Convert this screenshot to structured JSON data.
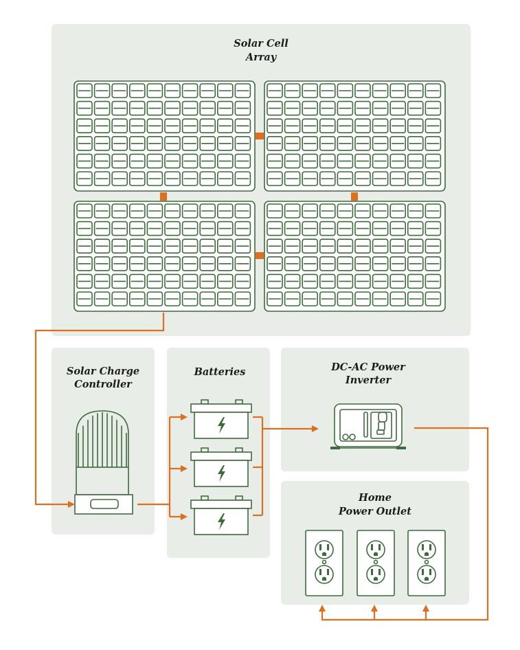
{
  "diagram": {
    "solar_array": {
      "title_line1": "Solar Cell",
      "title_line2": "Array"
    },
    "charge_controller": {
      "title_line1": "Solar Charge",
      "title_line2": "Controller"
    },
    "batteries": {
      "title": "Batteries"
    },
    "inverter": {
      "title_line1": "DC-AC Power",
      "title_line2": "Inverter"
    },
    "outlets": {
      "title_line1": "Home",
      "title_line2": "Power Outlet"
    }
  },
  "colors": {
    "panel_background": "#e9ede8",
    "line_art": "#3f6a3c",
    "wiring": "#dd6f1e"
  },
  "icons": [
    "solar-panel-icon",
    "charge-controller-icon",
    "battery-icon",
    "lightning-bolt-icon",
    "inverter-icon",
    "power-outlet-icon"
  ]
}
